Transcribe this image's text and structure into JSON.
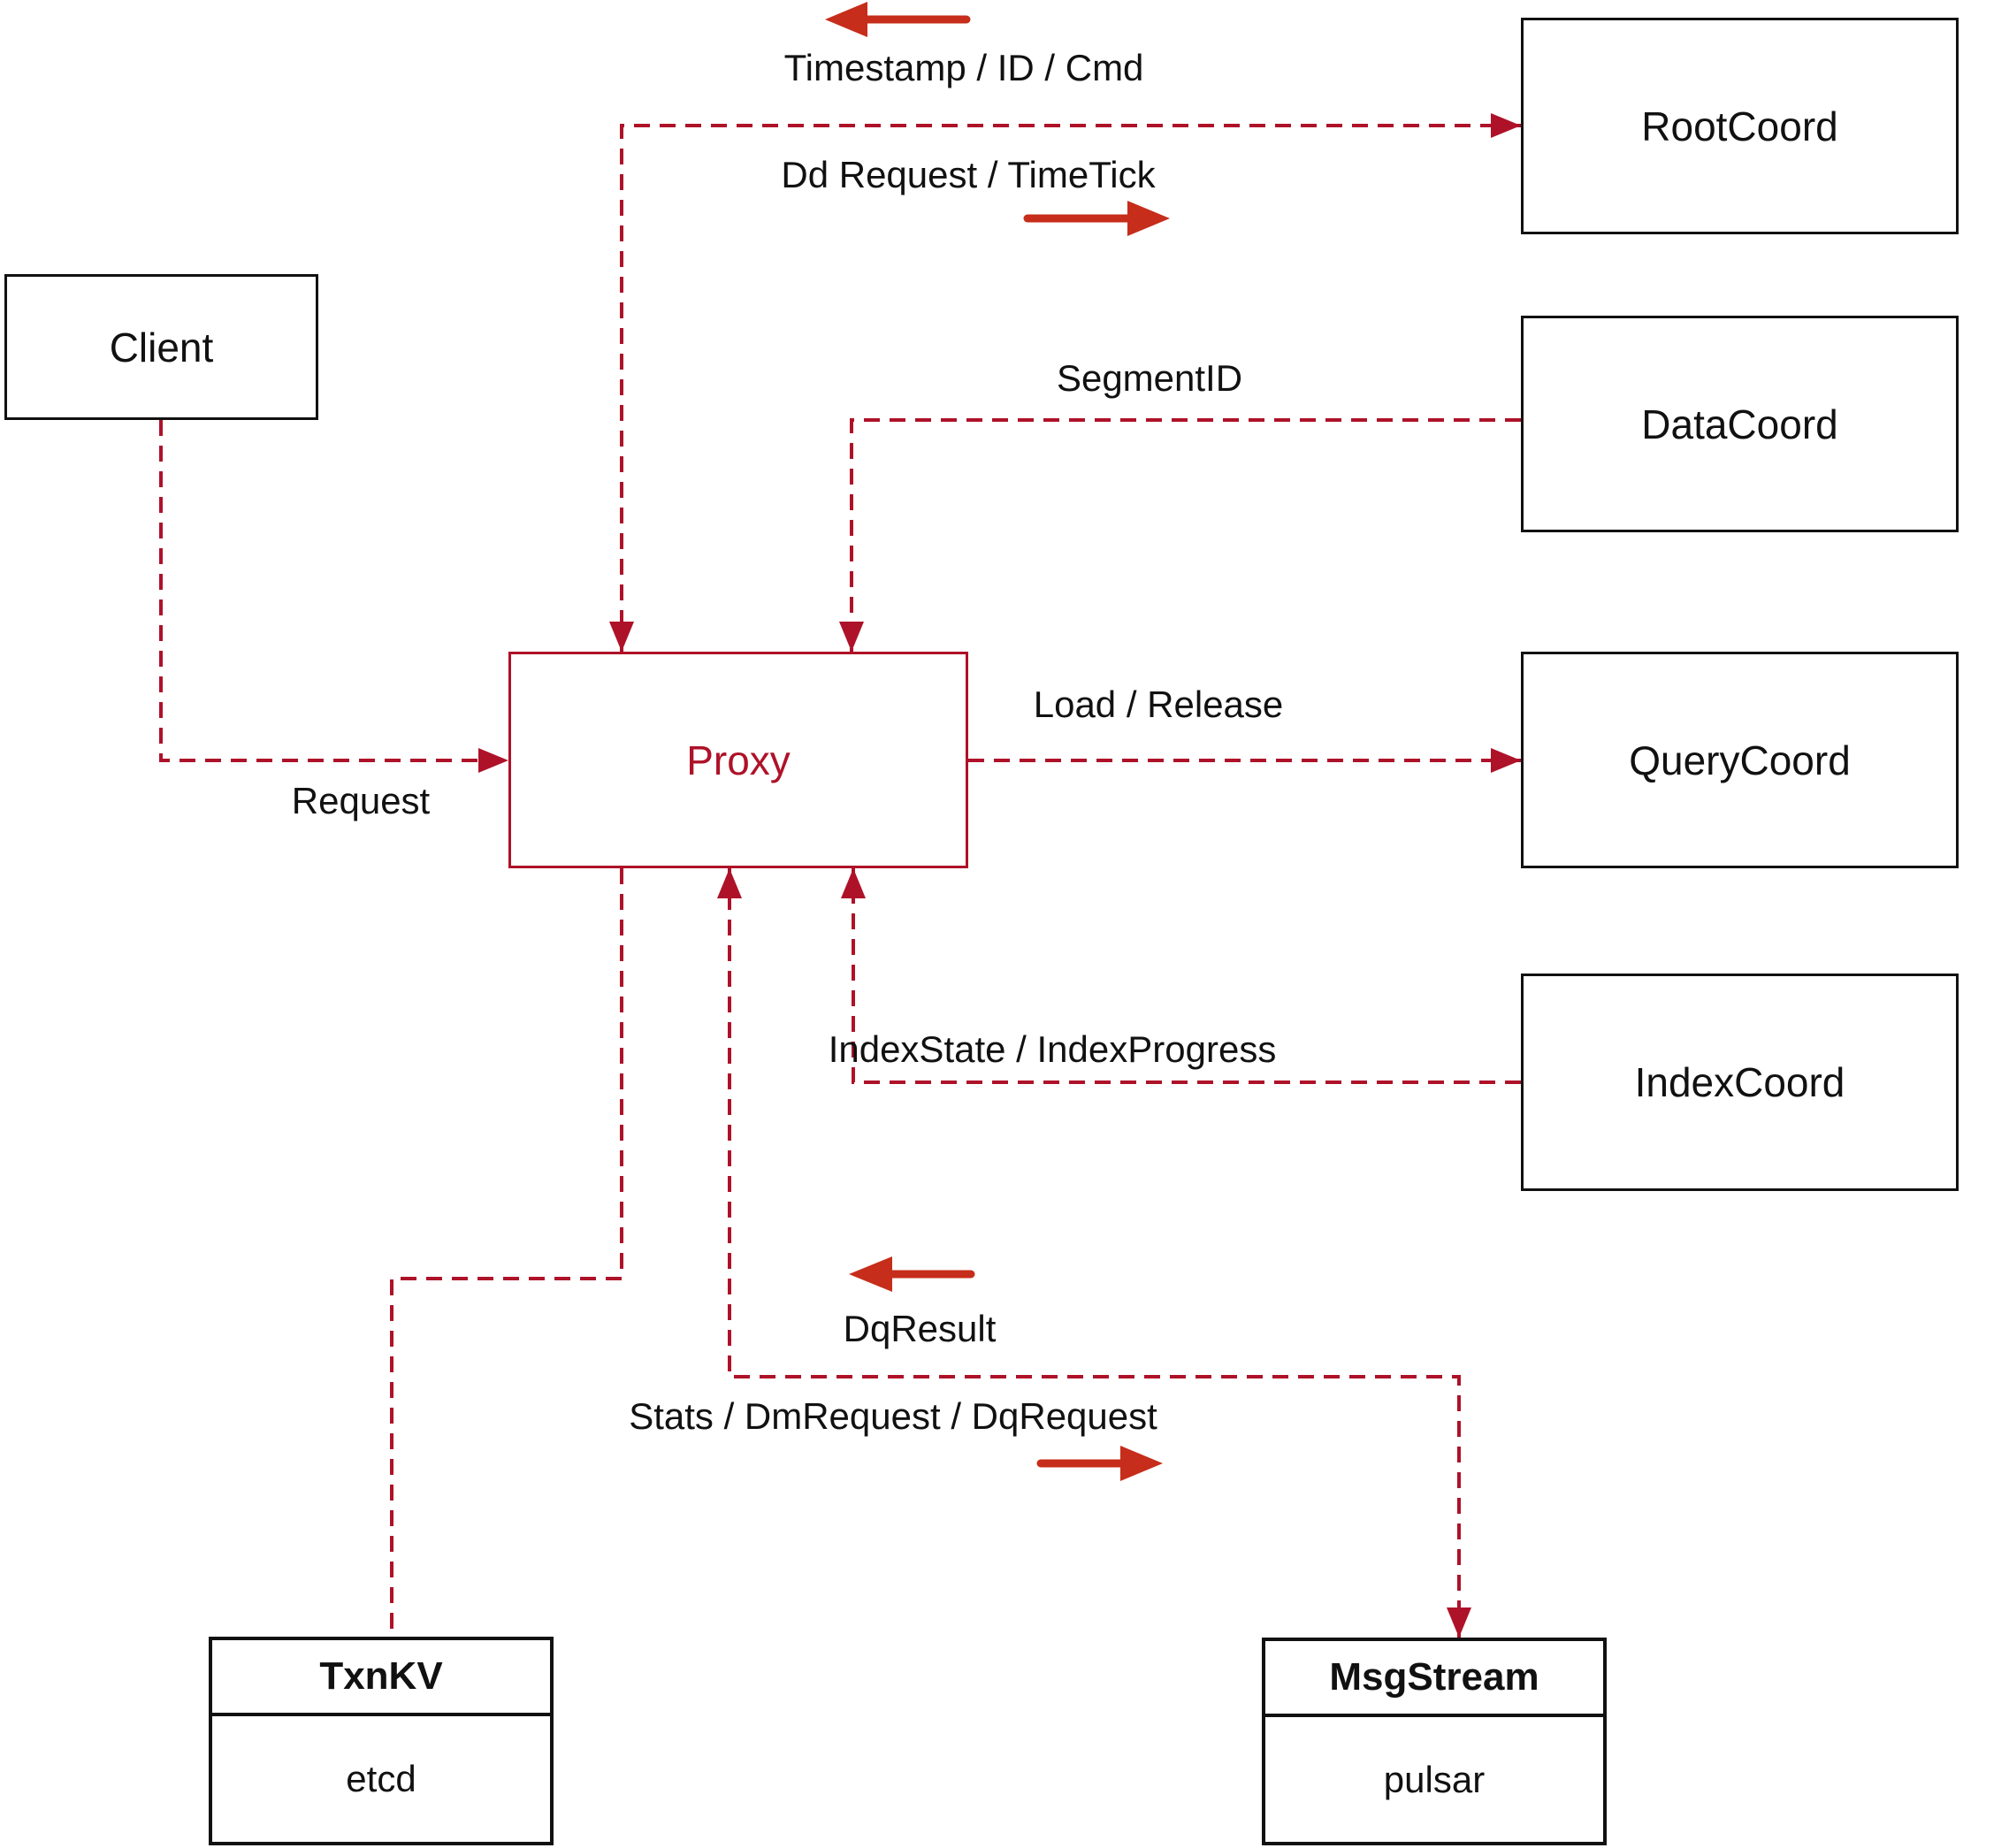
{
  "diagram": {
    "nodes": {
      "client": {
        "label": "Client"
      },
      "proxy": {
        "label": "Proxy"
      },
      "root_coord": {
        "label": "RootCoord"
      },
      "data_coord": {
        "label": "DataCoord"
      },
      "query_coord": {
        "label": "QueryCoord"
      },
      "index_coord": {
        "label": "IndexCoord"
      },
      "txn_kv": {
        "title": "TxnKV",
        "impl": "etcd"
      },
      "msg_stream": {
        "title": "MsgStream",
        "impl": "pulsar"
      }
    },
    "edge_labels": {
      "to_root": "Timestamp / ID / Cmd",
      "from_root": "Dd Request / TimeTick",
      "segment_id": "SegmentID",
      "request": "Request",
      "load_release": "Load / Release",
      "index_state": "IndexState / IndexProgress",
      "dq_result": "DqResult",
      "stats": "Stats / DmRequest / DqRequest"
    },
    "colors": {
      "edge_red": "#ae1229",
      "arrow_red": "#c62d1a",
      "text": "#111111",
      "background": "#ffffff"
    }
  }
}
